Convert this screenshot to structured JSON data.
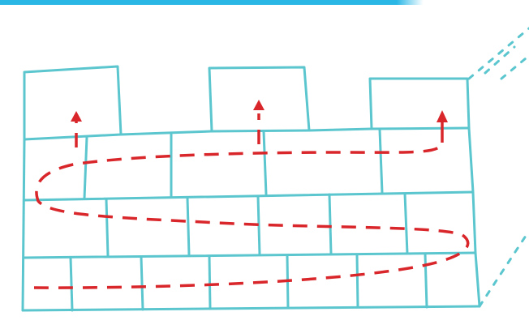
{
  "colors": {
    "background": "#ffffff",
    "accent_bar": "#2bb7e6",
    "wall_stroke": "#5cc6cf",
    "path_stroke": "#d9262b",
    "perspective_stroke": "#5cc6cf"
  },
  "figure": {
    "subject": "brick-wall-with-battlements",
    "path_style": "dashed-serpentine",
    "arrow_count": 3
  }
}
